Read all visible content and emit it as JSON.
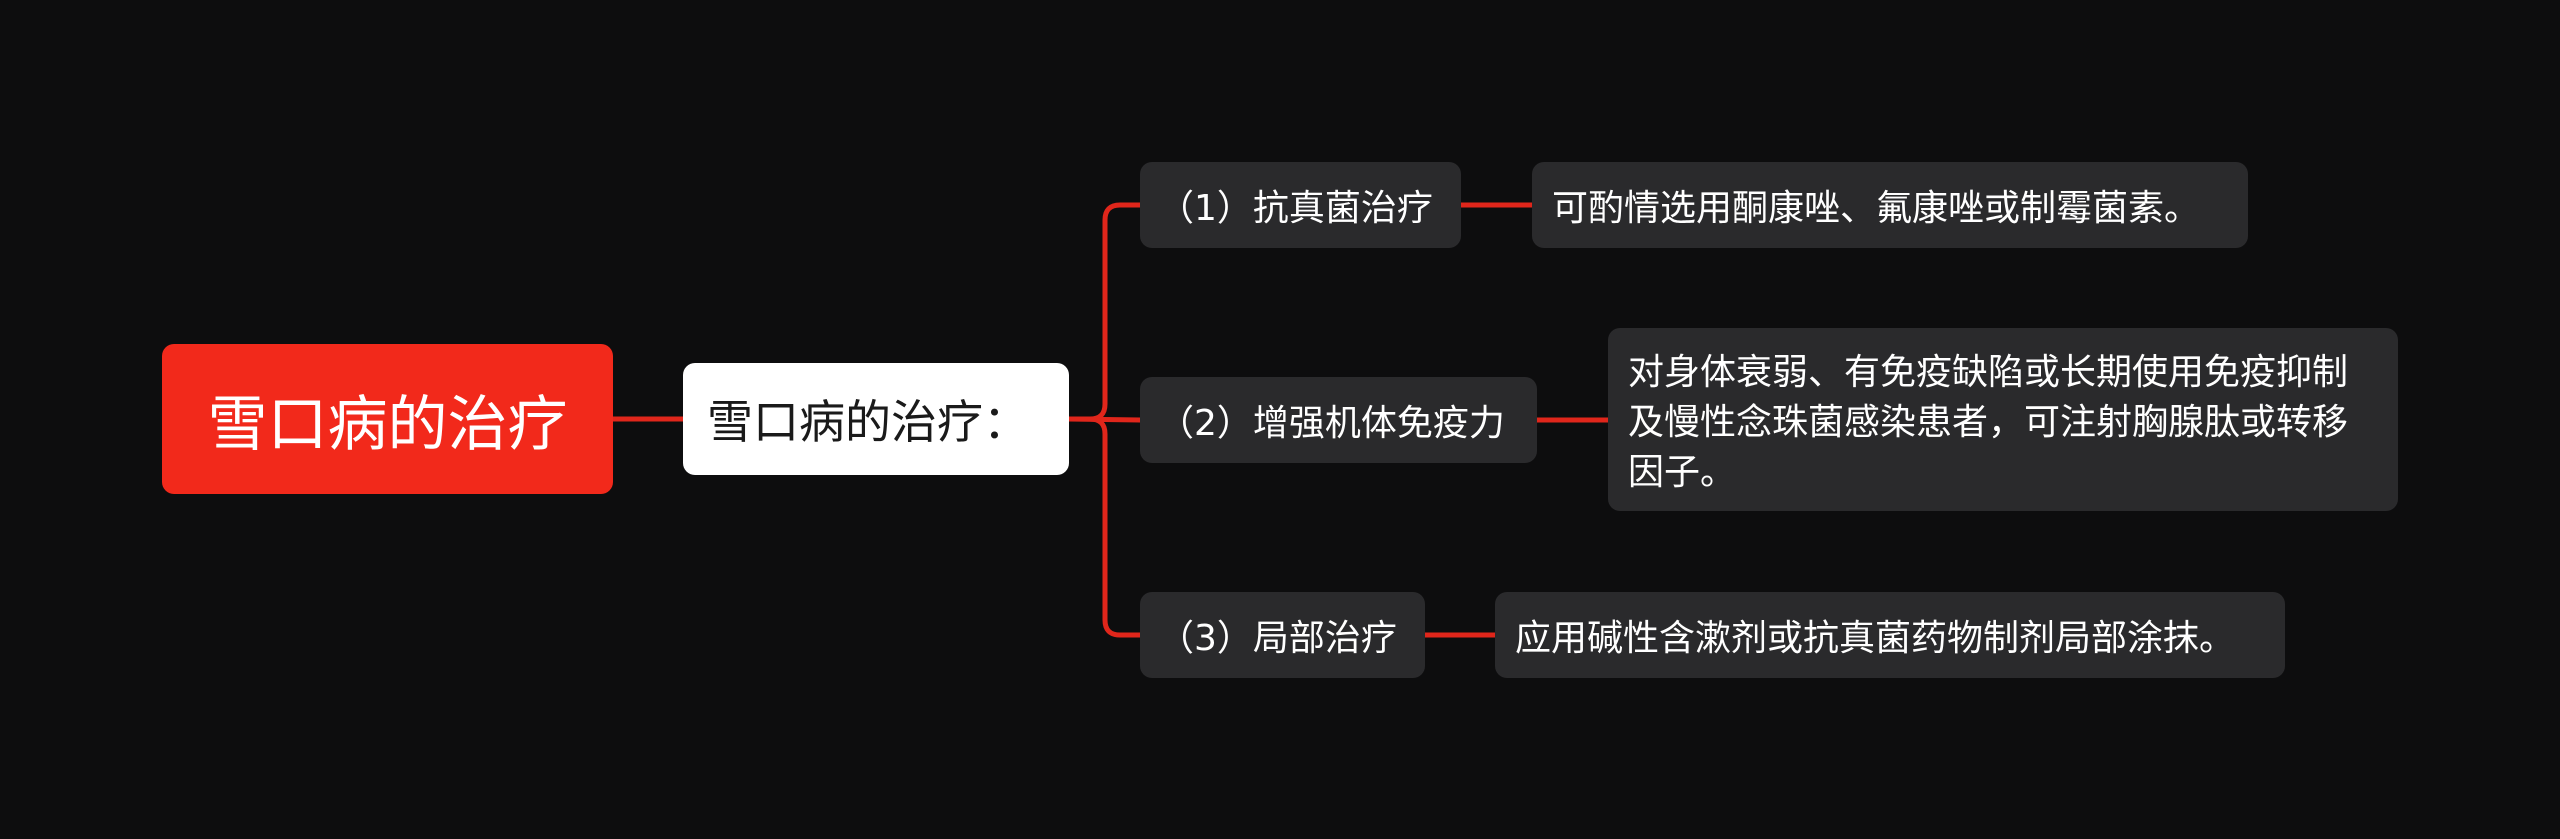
{
  "colors": {
    "background": "#0d0d0e",
    "accent": "#f2291b",
    "branch_fill": "#2a2a2c",
    "connector": "#e0261b"
  },
  "root": {
    "label": "雪口病的治疗"
  },
  "main": {
    "label": "雪口病的治疗："
  },
  "branches": [
    {
      "label": "（1）抗真菌治疗",
      "detail": "可酌情选用酮康唑、氟康唑或制霉菌素。"
    },
    {
      "label": "（2）增强机体免疫力",
      "detail_lines": [
        "对身体衰弱、有免疫缺陷或长期使用免疫抑制",
        "及慢性念珠菌感染患者，可注射胸腺肽或转移",
        "因子。"
      ]
    },
    {
      "label": "（3）局部治疗",
      "detail": "应用碱性含漱剂或抗真菌药物制剂局部涂抹。"
    }
  ]
}
